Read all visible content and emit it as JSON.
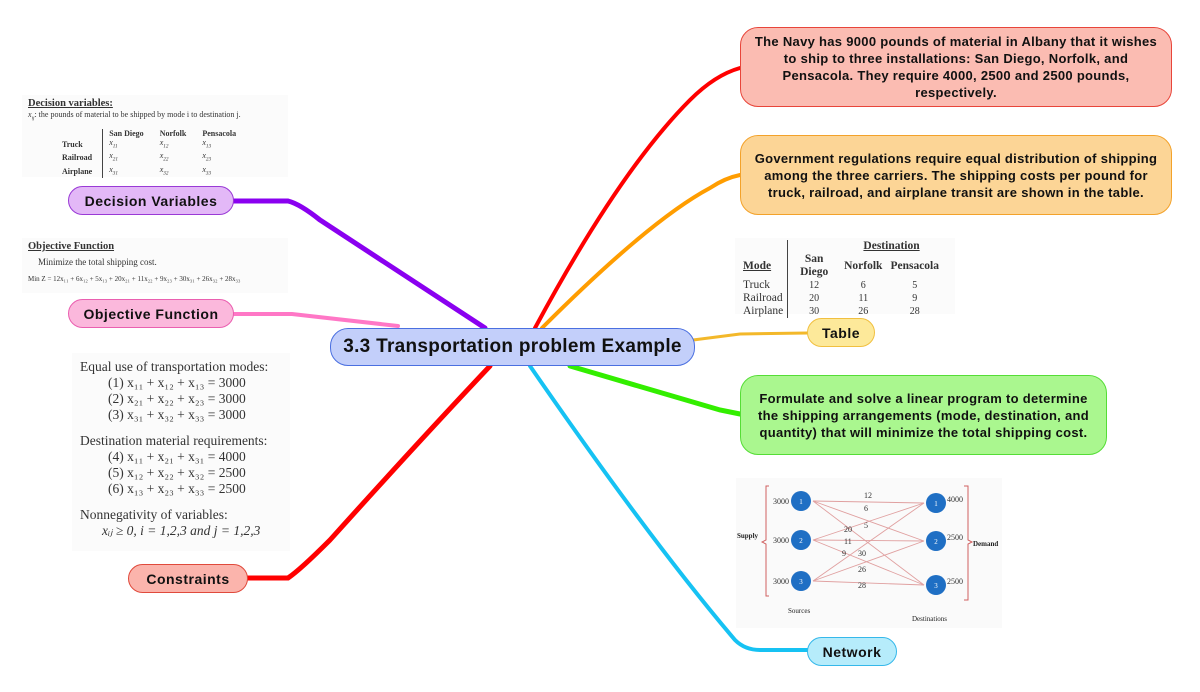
{
  "central": {
    "label": "3.3 Transportation problem Example",
    "fill": "#c3cffa",
    "border": "#4a6fe0"
  },
  "left_branches": {
    "decision_variables": {
      "label": "Decision Variables",
      "fill": "#e3b8f7",
      "border": "#9a3ad6",
      "line": "#8a00f0"
    },
    "objective_function": {
      "label": "Objective Function",
      "fill": "#fbb8dc",
      "border": "#ea5fb0",
      "line": "#ff77c6"
    },
    "constraints": {
      "label": "Constraints",
      "fill": "#fbb4ac",
      "border": "#e04a3c",
      "line": "#ff0000"
    }
  },
  "right_branches": {
    "problem_statement": {
      "text": "The Navy has 9000 pounds of material in Albany that it wishes to  ship to three installations: San Diego, Norfolk, and Pensacola.  They require 4000, 2500 and 2500 pounds, respectively.",
      "fill": "#fbbcb2",
      "border": "#e8453a",
      "line": "#ff0000"
    },
    "regulations": {
      "text": "Government regulations require equal distribution of shipping  among the three carriers.  The shipping costs per pound for truck, railroad, and airplane  transit are shown in the table.",
      "fill": "#fcd596",
      "border": "#f3a22a",
      "line": "#ff9d00"
    },
    "table": {
      "label": "Table",
      "fill": "#fde99a",
      "border": "#f1c040",
      "line": "#f3b82a"
    },
    "objective_statement": {
      "text": "Formulate and solve a linear program to determine the shipping  arrangements (mode, destination, and quantity) that will  minimize the total shipping cost.",
      "fill": "#aaf78f",
      "border": "#55dd36",
      "line": "#33ee00"
    },
    "network": {
      "label": "Network",
      "fill": "#b6ecfb",
      "border": "#35b8ea",
      "line": "#16c2f3"
    }
  },
  "decision_panel": {
    "title": "Decision variables:",
    "description": ": the pounds of material to be shipped by mode i  to destination j.",
    "var_symbol": "x",
    "var_sub": "ij",
    "columns": [
      "San Diego",
      "Norfolk",
      "Pensacola"
    ],
    "rows": [
      {
        "mode": "Truck",
        "vars": [
          "11",
          "12",
          "13"
        ]
      },
      {
        "mode": "Railroad",
        "vars": [
          "21",
          "22",
          "23"
        ]
      },
      {
        "mode": "Airplane",
        "vars": [
          "31",
          "32",
          "33"
        ]
      }
    ]
  },
  "objective_panel": {
    "title": "Objective Function",
    "line1": "Minimize the total shipping cost.",
    "formula": "Min Z =  12x₁₁ + 6x₁₂ + 5x₁₃ + 20x₂₁ + 11x₂₂ + 9x₂₃ + 30x₃₁ + 26x₃₂ + 28x₃₃"
  },
  "constraints_panel": {
    "heading1": "Equal use of transportation modes:",
    "group1": [
      "(1)  x₁₁ + x₁₂ + x₁₃  = 3000",
      "(2) x₂₁ + x₂₂ + x₂₃ = 3000",
      "(3) x₃₁ + x₃₂ + x₃₃  = 3000"
    ],
    "heading2": "Destination material requirements:",
    "group2": [
      "(4) x₁₁ + x₂₁ + x₃₁ = 4000",
      "(5) x₁₂ + x₂₂ + x₃₂ = 2500",
      "(6) x₁₃ + x₂₃ + x₃₃ = 2500"
    ],
    "heading3": "Nonnegativity of variables:",
    "nonneg": "xᵢⱼ ≥ 0,  i = 1,2,3  and  j = 1,2,3"
  },
  "cost_table": {
    "header_group": "Destination",
    "mode_header": "Mode",
    "columns": [
      "San Diego",
      "Norfolk",
      "Pensacola"
    ],
    "rows": [
      {
        "mode": "Truck",
        "costs": [
          "12",
          "6",
          "5"
        ]
      },
      {
        "mode": "Railroad",
        "costs": [
          "20",
          "11",
          "9"
        ]
      },
      {
        "mode": "Airplane",
        "costs": [
          "30",
          "26",
          "28"
        ]
      }
    ]
  },
  "network_panel": {
    "supply_label": "Supply",
    "demand_label": "Demand",
    "sources_label": "Sources",
    "destinations_label": "Destinations",
    "sources": [
      {
        "id": "1",
        "supply": "3000"
      },
      {
        "id": "2",
        "supply": "3000"
      },
      {
        "id": "3",
        "supply": "3000"
      }
    ],
    "destinations": [
      {
        "id": "1",
        "demand": "4000"
      },
      {
        "id": "2",
        "demand": "2500"
      },
      {
        "id": "3",
        "demand": "2500"
      }
    ],
    "arcs": [
      {
        "from": 1,
        "to": 1,
        "cost": "12"
      },
      {
        "from": 1,
        "to": 2,
        "cost": "6"
      },
      {
        "from": 1,
        "to": 3,
        "cost": "5"
      },
      {
        "from": 2,
        "to": 1,
        "cost": "20"
      },
      {
        "from": 2,
        "to": 2,
        "cost": "11"
      },
      {
        "from": 2,
        "to": 3,
        "cost": "9"
      },
      {
        "from": 3,
        "to": 1,
        "cost": "30"
      },
      {
        "from": 3,
        "to": 2,
        "cost": "26"
      },
      {
        "from": 3,
        "to": 3,
        "cost": "28"
      }
    ],
    "node_color": "#1f6fc4",
    "arc_color": "#e0a0a0",
    "bracket_color": "#d06060"
  }
}
